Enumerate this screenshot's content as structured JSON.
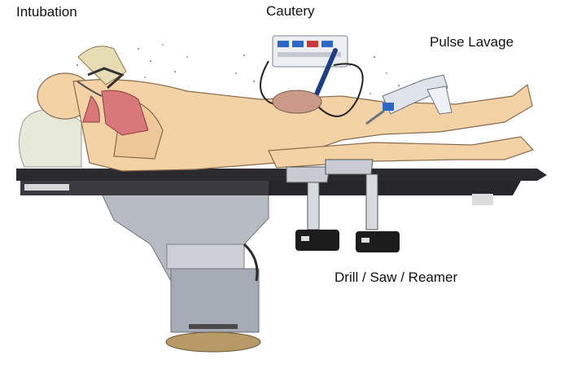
{
  "labels": {
    "intubation": "Intubation",
    "cautery": "Cautery",
    "pulse_lavage": "Pulse Lavage",
    "drill_saw_reamer": "Drill / Saw / Reamer"
  },
  "colors": {
    "skin": "#f3d3a6",
    "skin_outline": "#8a6a4a",
    "table_top": "#2a2a2e",
    "table_base": "#b7bcc4",
    "lung": "#d9787a",
    "device_battery": "#1c1c1c",
    "cautery_pad": "#c99a88",
    "background": "#ffffff"
  },
  "icons": {
    "intubation": "intubation-equipment",
    "cautery": "electrocautery-generator",
    "pulse_lavage": "pulse-lavage-gun",
    "drill": "battery-powered-drill"
  }
}
